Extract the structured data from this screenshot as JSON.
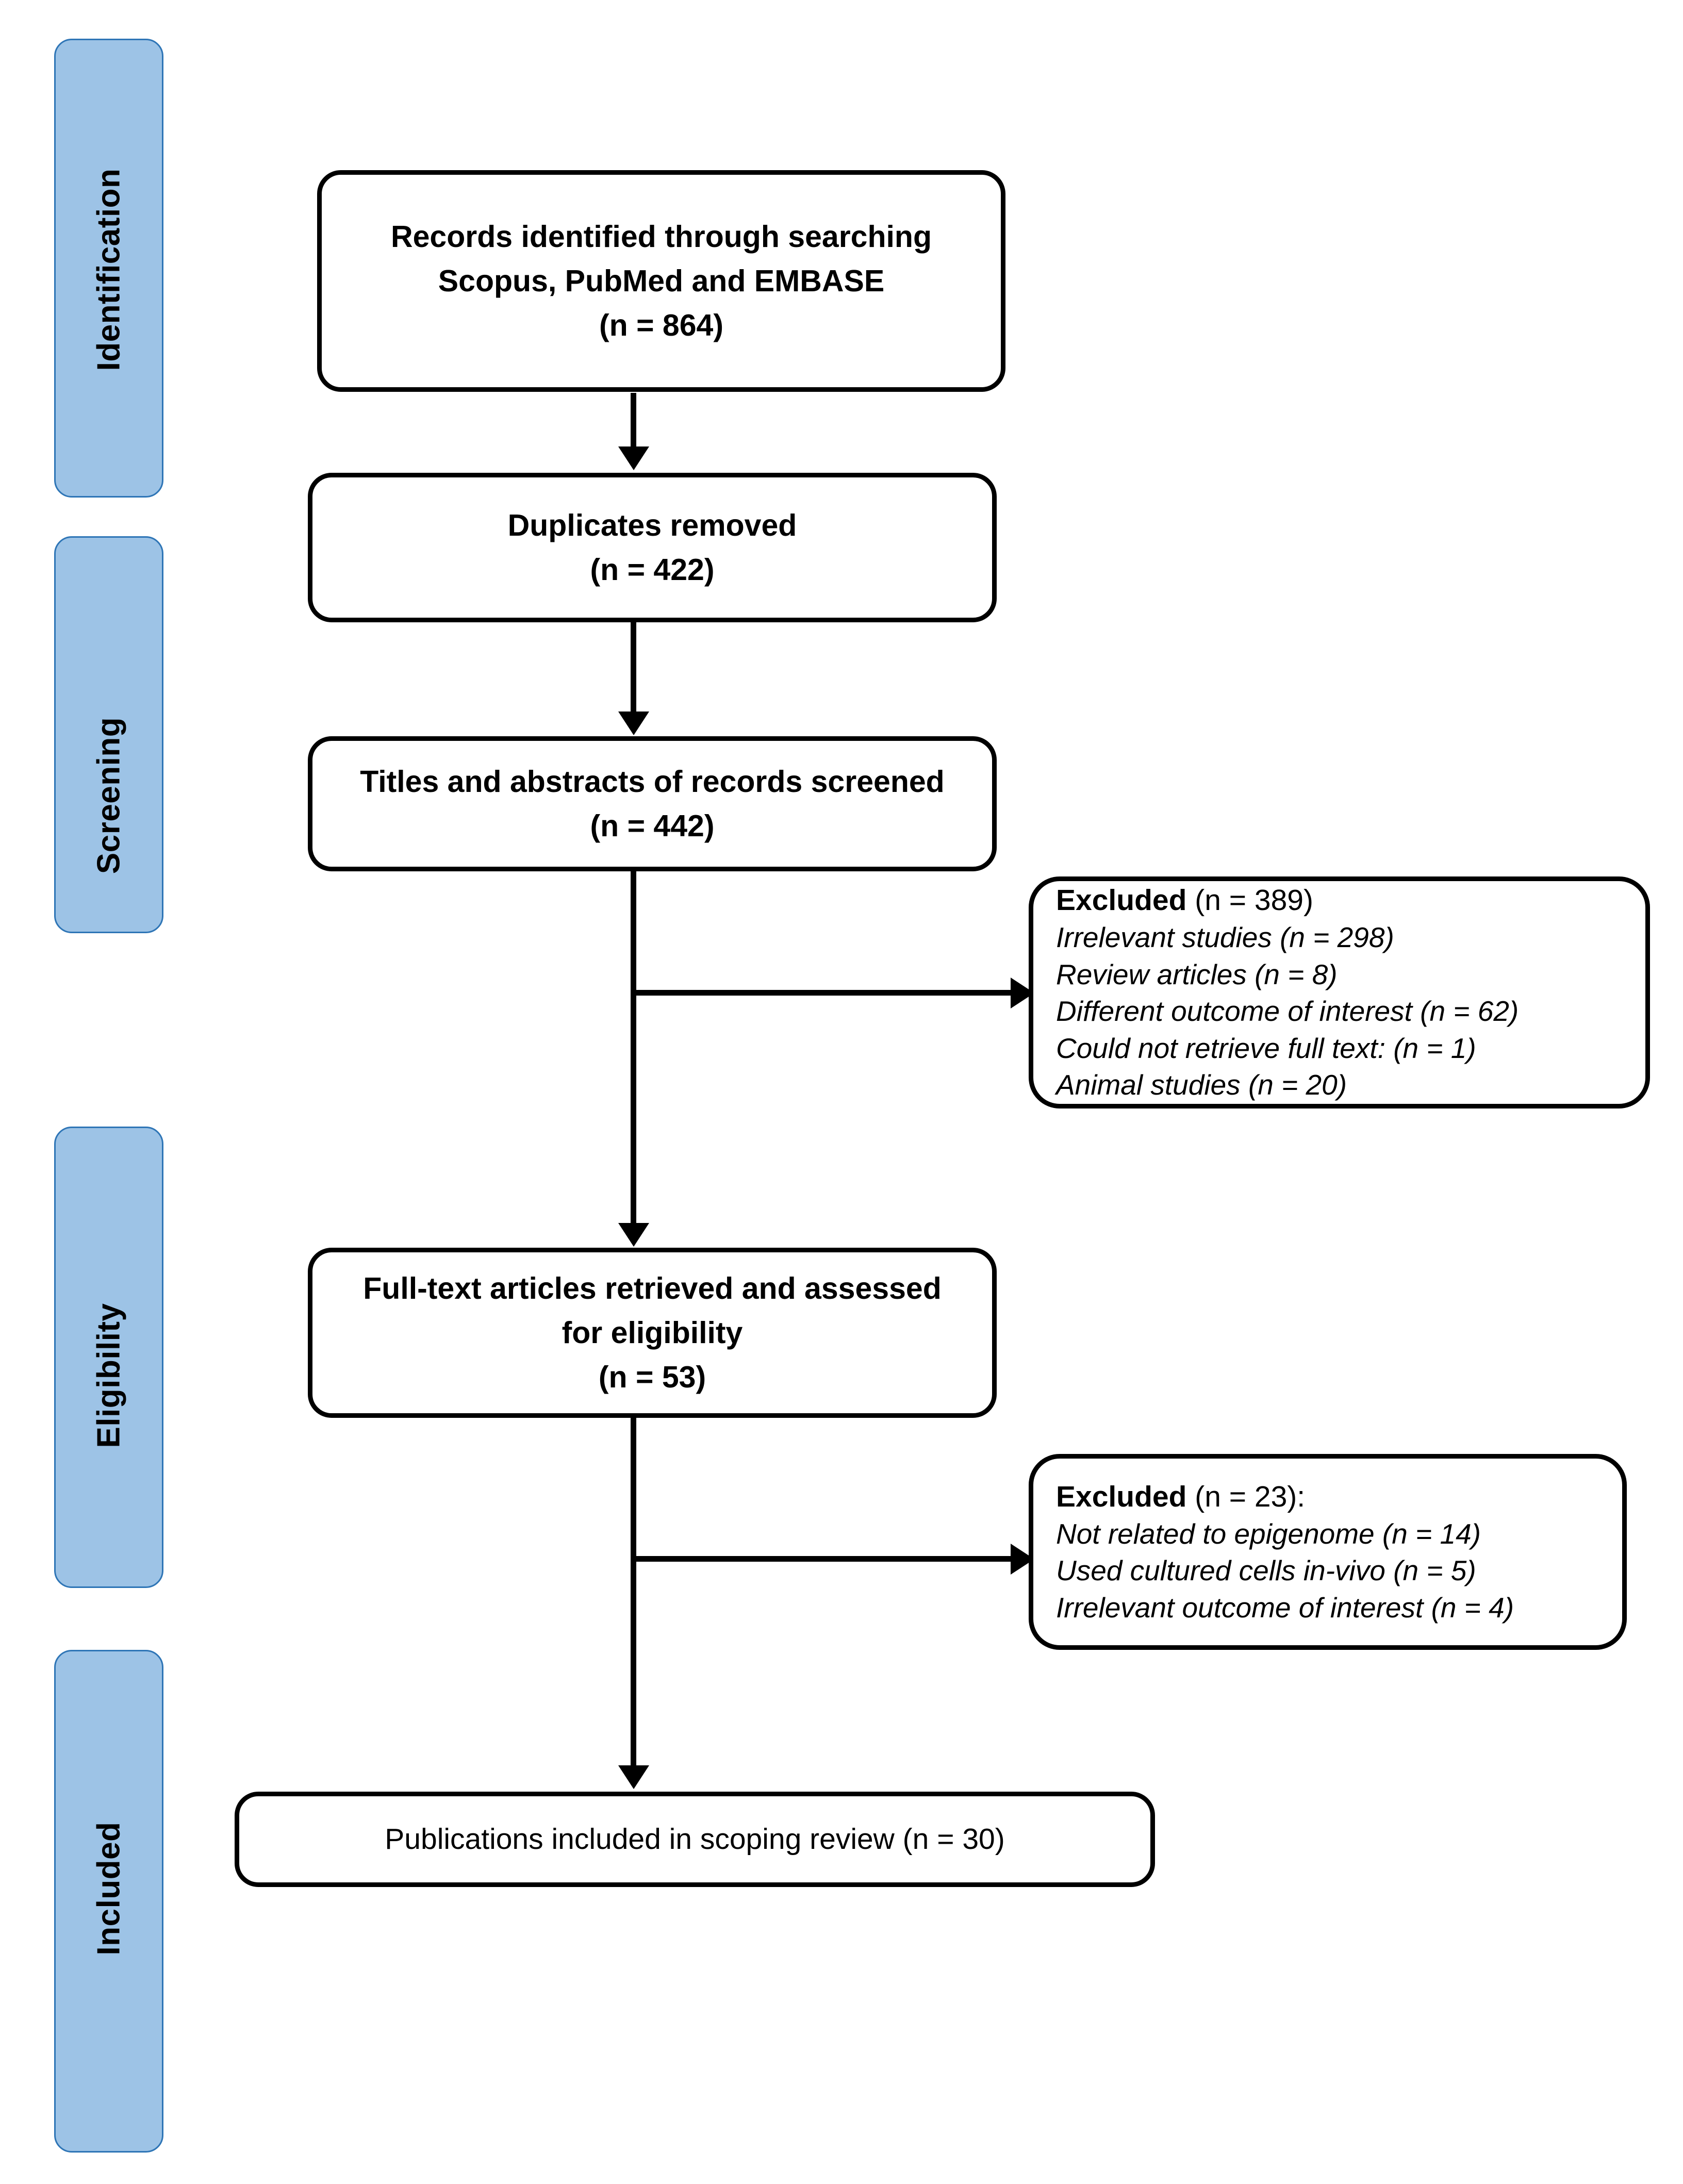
{
  "diagram": {
    "title": "PRISMA flow diagram",
    "type": "prisma-flowchart",
    "accent_color": "#9DC3E6",
    "accent_border_color": "#2E75B6",
    "line_color": "#000000"
  },
  "stages": [
    {
      "label": "Identification"
    },
    {
      "label": "Screening"
    },
    {
      "label": "Eligibility"
    },
    {
      "label": "Included"
    }
  ],
  "boxes": {
    "identified": {
      "line1": "Records identified through searching",
      "line2": "Scopus, PubMed and EMBASE",
      "line3": "(n = 864)",
      "n": 864
    },
    "duplicates": {
      "line1": "Duplicates removed",
      "line2": "(n = 422)",
      "n": 422
    },
    "screened": {
      "line1": "Titles and abstracts of records screened",
      "line2": "(n = 442)",
      "n": 442
    },
    "fulltext": {
      "line1": "Full-text articles retrieved and assessed",
      "line2": "for eligibility",
      "line3": "(n = 53)",
      "n": 53
    },
    "included": {
      "line1": "Publications included in scoping review (n = 30)",
      "n": 30
    }
  },
  "exclusions": [
    {
      "head_label": "Excluded",
      "head_count": "(n = 389)",
      "n": 389,
      "reasons": [
        {
          "text": "Irrelevant studies (n = 298)",
          "n": 298
        },
        {
          "text": "Review articles (n = 8)",
          "n": 8
        },
        {
          "text": "Different outcome of interest (n = 62)",
          "n": 62
        },
        {
          "text": "Could not retrieve full text: (n = 1)",
          "n": 1
        },
        {
          "text": "Animal studies (n = 20)",
          "n": 20
        }
      ]
    },
    {
      "head_label": "Excluded",
      "head_count": "(n = 23):",
      "n": 23,
      "reasons": [
        {
          "text": "Not related to epigenome (n = 14)",
          "n": 14
        },
        {
          "text": "Used cultured cells in-vivo (n = 5)",
          "n": 5
        },
        {
          "text": "Irrelevant outcome of interest (n = 4)",
          "n": 4
        }
      ]
    }
  ],
  "chart_data": {
    "type": "diagram",
    "title": "PRISMA flow diagram",
    "nodes": [
      {
        "id": "identified",
        "stage": "Identification",
        "label": "Records identified through searching Scopus, PubMed and EMBASE",
        "n": 864
      },
      {
        "id": "duplicates",
        "stage": "Identification",
        "label": "Duplicates removed",
        "n": 422
      },
      {
        "id": "screened",
        "stage": "Screening",
        "label": "Titles and abstracts of records screened",
        "n": 442
      },
      {
        "id": "excluded_screening",
        "stage": "Screening",
        "label": "Excluded",
        "n": 389
      },
      {
        "id": "fulltext",
        "stage": "Eligibility",
        "label": "Full-text articles retrieved and assessed for eligibility",
        "n": 53
      },
      {
        "id": "excluded_eligibility",
        "stage": "Eligibility",
        "label": "Excluded",
        "n": 23
      },
      {
        "id": "included",
        "stage": "Included",
        "label": "Publications included in scoping review",
        "n": 30
      }
    ],
    "edges": [
      {
        "from": "identified",
        "to": "duplicates"
      },
      {
        "from": "duplicates",
        "to": "screened"
      },
      {
        "from": "screened",
        "to": "excluded_screening"
      },
      {
        "from": "screened",
        "to": "fulltext"
      },
      {
        "from": "fulltext",
        "to": "excluded_eligibility"
      },
      {
        "from": "fulltext",
        "to": "included"
      }
    ]
  }
}
